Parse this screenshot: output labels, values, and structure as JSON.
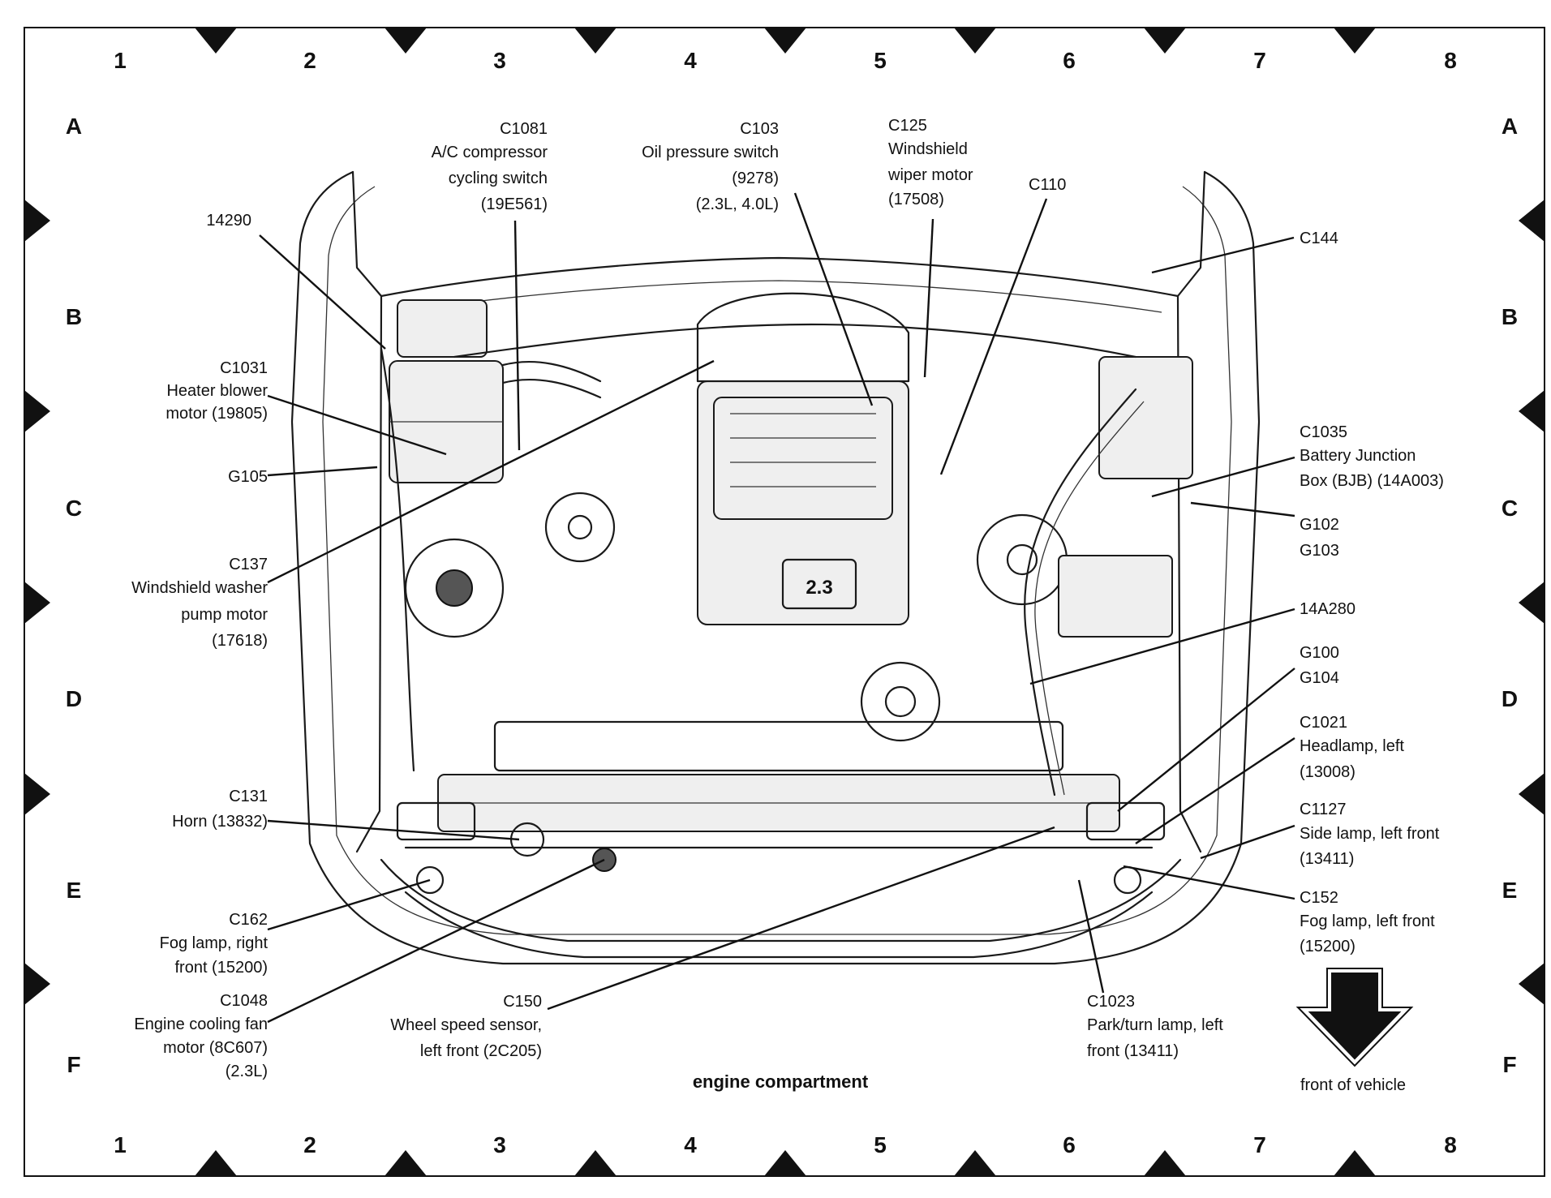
{
  "grid": {
    "columns": [
      "1",
      "2",
      "3",
      "4",
      "5",
      "6",
      "7",
      "8"
    ],
    "rows": [
      "A",
      "B",
      "C",
      "D",
      "E",
      "F"
    ]
  },
  "callouts": {
    "14290": [
      "14290"
    ],
    "c1031": [
      "C1031",
      "Heater blower",
      "motor (19805)"
    ],
    "g105": [
      "G105"
    ],
    "c137": [
      "C137",
      "Windshield washer",
      "pump motor",
      "(17618)"
    ],
    "c1081": [
      "C1081",
      "A/C compressor",
      "cycling switch",
      "(19E561)"
    ],
    "c103": [
      "C103",
      "Oil pressure switch",
      "(9278)",
      "(2.3L, 4.0L)"
    ],
    "c125": [
      "C125",
      "Windshield",
      "wiper motor",
      "(17508)"
    ],
    "c110": [
      "C110"
    ],
    "c144": [
      "C144"
    ],
    "c1035": [
      "C1035",
      "Battery Junction",
      "Box (BJB) (14A003)"
    ],
    "g102_g103": [
      "G102",
      "G103"
    ],
    "14a280": [
      "14A280"
    ],
    "g100_g104": [
      "G100",
      "G104"
    ],
    "c1021": [
      "C1021",
      "Headlamp, left",
      "(13008)"
    ],
    "c1127": [
      "C1127",
      "Side lamp, left front",
      "(13411)"
    ],
    "c152": [
      "C152",
      "Fog lamp, left front",
      "(15200)"
    ],
    "c131": [
      "C131",
      "Horn (13832)"
    ],
    "c162": [
      "C162",
      "Fog lamp, right",
      "front (15200)"
    ],
    "c1048": [
      "C1048",
      "Engine cooling fan",
      "motor (8C607)",
      "(2.3L)"
    ],
    "c150": [
      "C150",
      "Wheel speed sensor,",
      "left front (2C205)"
    ],
    "c1023": [
      "C1023",
      "Park/turn lamp, left",
      "front (13411)"
    ]
  },
  "caption": "engine compartment",
  "front_label": "front of vehicle",
  "engine_badge": "2.3"
}
